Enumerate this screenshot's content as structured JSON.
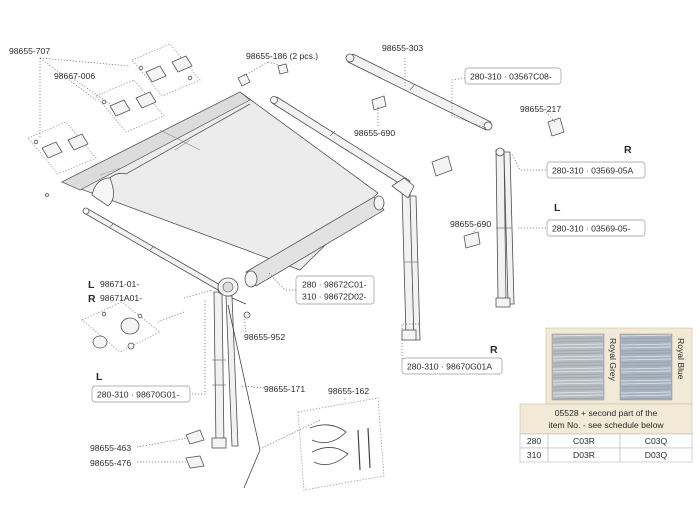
{
  "labels": {
    "p98655_707": "98655-707",
    "p98667_006": "98667-006",
    "p98655_186": "98655-186 (2 pcs.)",
    "p98655_303": "98655-303",
    "p280_310_03567c08": "280-310 · 03567C08-",
    "p98655_217": "98655-217",
    "p98655_690_top": "98655-690",
    "p280_310_03569_05a": "280-310 · 03569-05A",
    "p98655_690_mid": "98655-690",
    "p280_310_03569_05": "280-310 · 03569-05-",
    "p98671_01": "98671-01-",
    "p98671a01": "98671A01-",
    "p280_98672c01": "280 · 98672C01-",
    "p310_98672d02": "310 · 98672D02-",
    "p98655_952": "98655-952",
    "p280_310_98670g01": "280-310 · 98670G01-",
    "p98655_171": "98655-171",
    "p280_310_98670g01a": "280-310 · 98670G01A",
    "p98655_162": "98655-162",
    "p98655_463": "98655-463",
    "p98655_476": "98655-476"
  },
  "sides": {
    "r_top": "R",
    "l_mid": "L",
    "l_left": "L",
    "r_left": "R",
    "l_bottom": "L",
    "r_bottom": "R"
  },
  "fabric_table": {
    "swatches": [
      {
        "name": "Royal Grey",
        "color": "#b7bcc2"
      },
      {
        "name": "Royal Blue",
        "color": "#a9b4c2"
      }
    ],
    "header_line1": "05528 + second part of the",
    "header_line2": "item No. - see schedule below",
    "rows": [
      {
        "size": "280",
        "grey": "C03R",
        "blue": "C03Q"
      },
      {
        "size": "310",
        "grey": "D03R",
        "blue": "D03Q"
      }
    ],
    "header_bg": "#f2ead6"
  }
}
